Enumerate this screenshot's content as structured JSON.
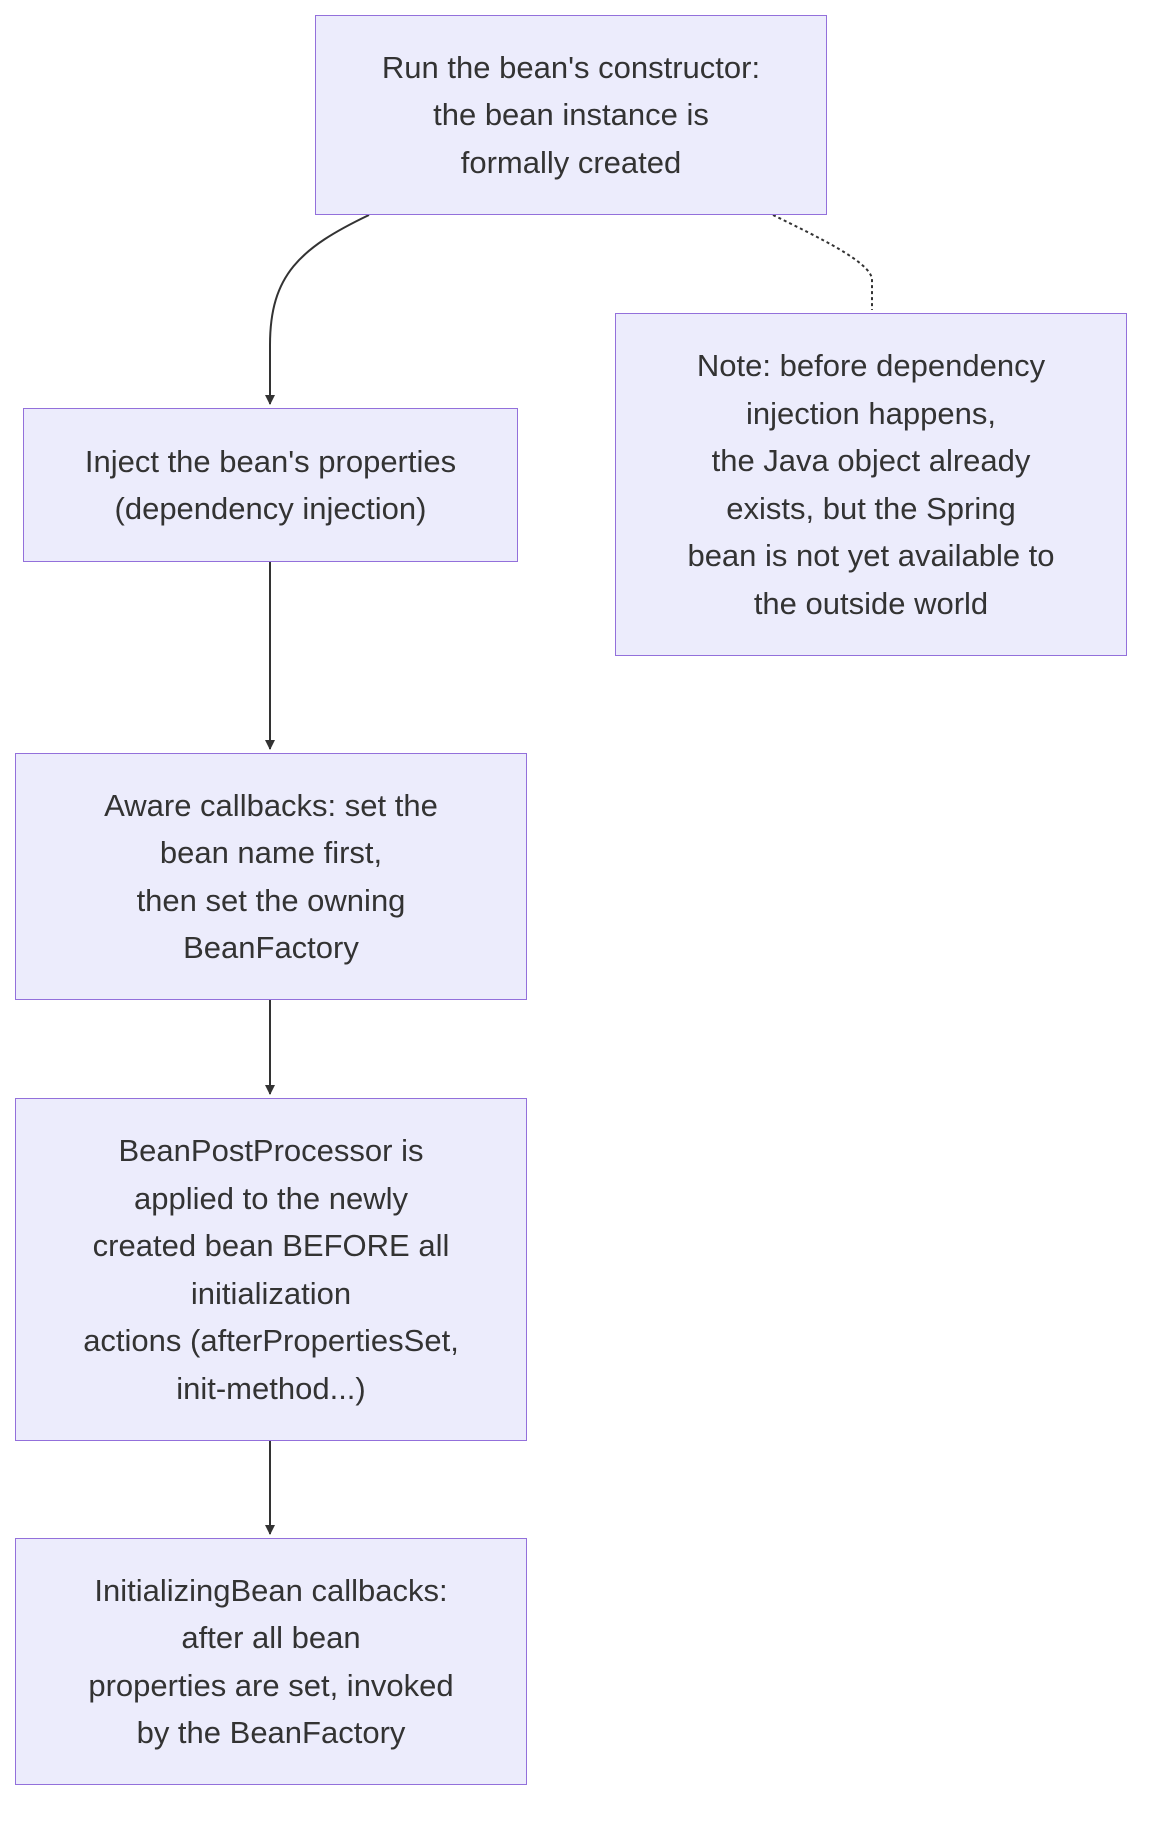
{
  "diagram": {
    "colors": {
      "node_fill": "#ececfc",
      "node_border": "#9370db",
      "text": "#333333",
      "edge": "#333333"
    },
    "nodes": [
      {
        "id": "constructor",
        "lines": [
          "Run the bean's constructor:",
          "the bean instance is",
          "formally created"
        ]
      },
      {
        "id": "inject",
        "lines": [
          "Inject the bean's properties",
          "(dependency injection)"
        ]
      },
      {
        "id": "aware",
        "lines": [
          "Aware callbacks: set the",
          "bean name first,",
          "then set the owning",
          "BeanFactory"
        ]
      },
      {
        "id": "postprocessor",
        "lines": [
          "BeanPostProcessor is",
          "applied to the newly",
          "created bean BEFORE all",
          "initialization",
          "actions (afterPropertiesSet,",
          "init-method...)"
        ]
      },
      {
        "id": "initializing",
        "lines": [
          "InitializingBean callbacks:",
          "after all bean",
          "properties are set, invoked",
          "by the BeanFactory"
        ]
      },
      {
        "id": "note",
        "lines": [
          "Note: before dependency",
          "injection happens,",
          "the Java object already",
          "exists, but the Spring",
          "bean is not yet available to",
          "the outside world"
        ]
      }
    ],
    "edges": [
      {
        "from": "constructor",
        "to": "inject",
        "style": "solid-arrow"
      },
      {
        "from": "inject",
        "to": "aware",
        "style": "solid-arrow"
      },
      {
        "from": "aware",
        "to": "postprocessor",
        "style": "solid-arrow"
      },
      {
        "from": "postprocessor",
        "to": "initializing",
        "style": "solid-arrow"
      },
      {
        "from": "constructor",
        "to": "note",
        "style": "dotted-link"
      }
    ]
  }
}
